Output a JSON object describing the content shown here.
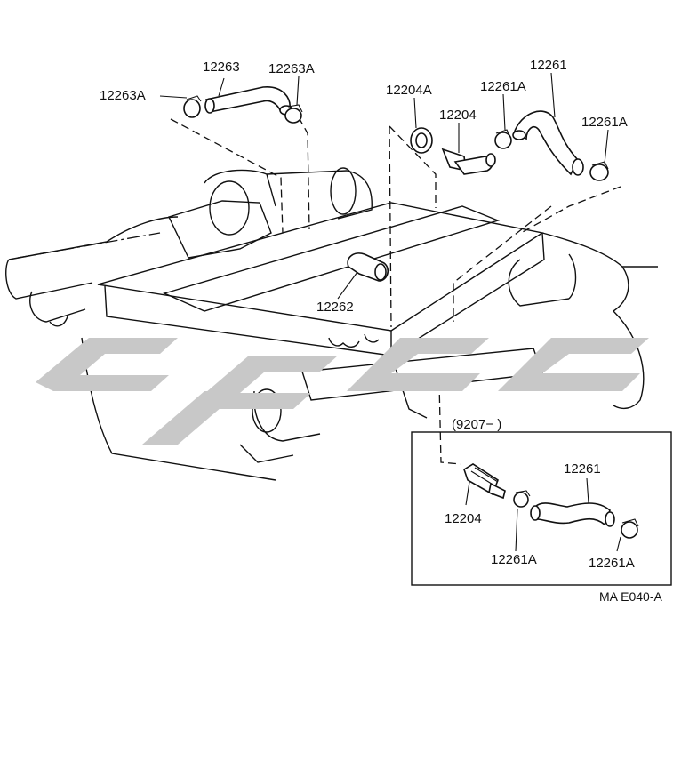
{
  "callouts": {
    "p12263": "12263",
    "p12263a_left": "12263A",
    "p12263a_right": "12263A",
    "p12204a": "12204A",
    "p12204": "12204",
    "p12261a_top": "12261A",
    "p12261": "12261",
    "p12261a_right": "12261A",
    "p12262": "12262"
  },
  "inset": {
    "title": "(9207−       )",
    "p12261": "12261",
    "p12204": "12204",
    "p12261a_left": "12261A",
    "p12261a_right": "12261A"
  },
  "figure_code": "MA E040-A"
}
